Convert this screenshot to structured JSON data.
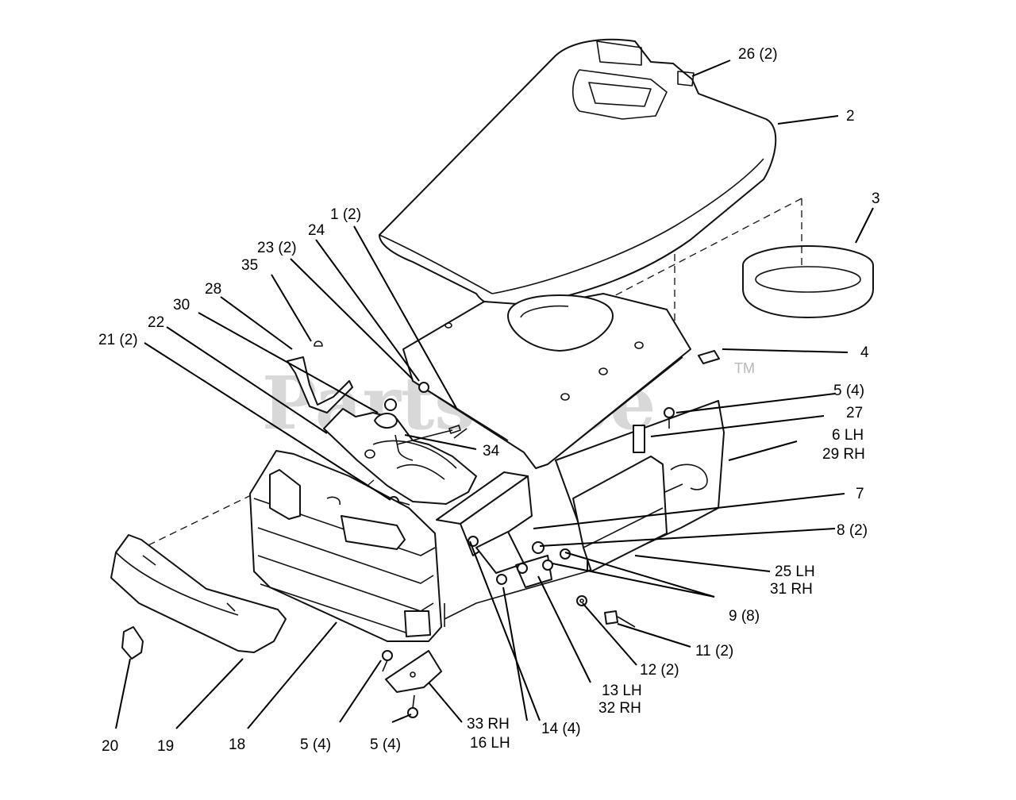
{
  "watermark": {
    "text": "PartsTree",
    "trademark": "TM"
  },
  "callouts": [
    {
      "id": "c26",
      "text": "26 (2)"
    },
    {
      "id": "c2",
      "text": "2"
    },
    {
      "id": "c3",
      "text": "3"
    },
    {
      "id": "c1",
      "text": "1 (2)"
    },
    {
      "id": "c24",
      "text": "24"
    },
    {
      "id": "c23",
      "text": "23 (2)"
    },
    {
      "id": "c35",
      "text": "35"
    },
    {
      "id": "c28",
      "text": "28"
    },
    {
      "id": "c30",
      "text": "30"
    },
    {
      "id": "c22",
      "text": "22"
    },
    {
      "id": "c21",
      "text": "21 (2)"
    },
    {
      "id": "c4",
      "text": "4"
    },
    {
      "id": "c5a",
      "text": "5 (4)"
    },
    {
      "id": "c27",
      "text": "27"
    },
    {
      "id": "c6",
      "text": "6 LH"
    },
    {
      "id": "c29",
      "text": "29 RH"
    },
    {
      "id": "c34",
      "text": "34"
    },
    {
      "id": "c7",
      "text": "7"
    },
    {
      "id": "c8",
      "text": "8 (2)"
    },
    {
      "id": "c25",
      "text": "25 LH"
    },
    {
      "id": "c31",
      "text": "31 RH"
    },
    {
      "id": "c9",
      "text": "9 (8)"
    },
    {
      "id": "c11",
      "text": "11 (2)"
    },
    {
      "id": "c12",
      "text": "12 (2)"
    },
    {
      "id": "c13",
      "text": "13 LH"
    },
    {
      "id": "c32",
      "text": "32 RH"
    },
    {
      "id": "c14",
      "text": "14 (4)"
    },
    {
      "id": "c33",
      "text": "33 RH"
    },
    {
      "id": "c16",
      "text": "16 LH"
    },
    {
      "id": "c5b",
      "text": "5 (4)"
    },
    {
      "id": "c5c",
      "text": "5 (4)"
    },
    {
      "id": "c18",
      "text": "18"
    },
    {
      "id": "c19",
      "text": "19"
    },
    {
      "id": "c20",
      "text": "20"
    }
  ]
}
